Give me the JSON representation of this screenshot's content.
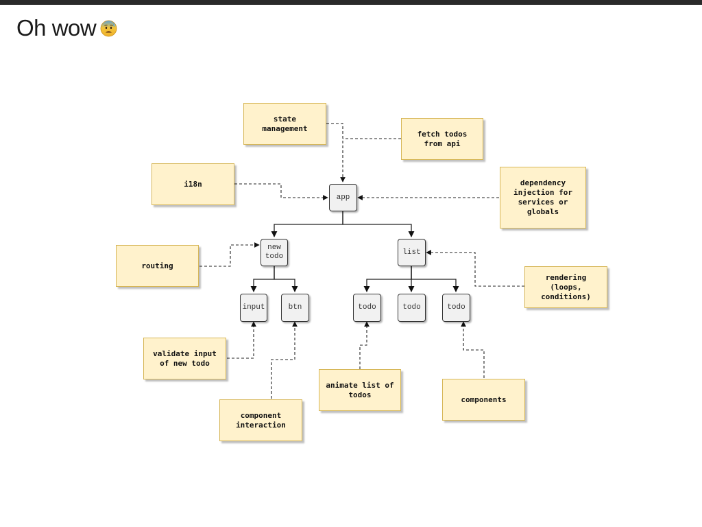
{
  "slide": {
    "title": "Oh wow"
  },
  "emoji": {
    "icon": "anxious-face-with-sweat-icon"
  },
  "diagram": {
    "nodes": {
      "app": "app",
      "new_todo": "new\ntodo",
      "list": "list",
      "input": "input",
      "btn": "btn",
      "todo_1": "todo",
      "todo_2": "todo",
      "todo_3": "todo"
    },
    "notes": {
      "state_management": "state\nmanagement",
      "fetch_todos": "fetch todos\nfrom api",
      "i18n": "i18n",
      "dependency_injection": "dependency\ninjection for\nservices or\nglobals",
      "routing": "routing",
      "rendering": "rendering\n(loops,\nconditions)",
      "validate_input": "validate input\nof new todo",
      "animate_list": "animate list of\ntodos",
      "components": "components",
      "component_interaction": "component\ninteraction"
    },
    "colors": {
      "note_fill": "#fff2cc",
      "note_border": "#d6b656",
      "node_fill": "#f1f1f1",
      "node_border": "#333333"
    }
  }
}
